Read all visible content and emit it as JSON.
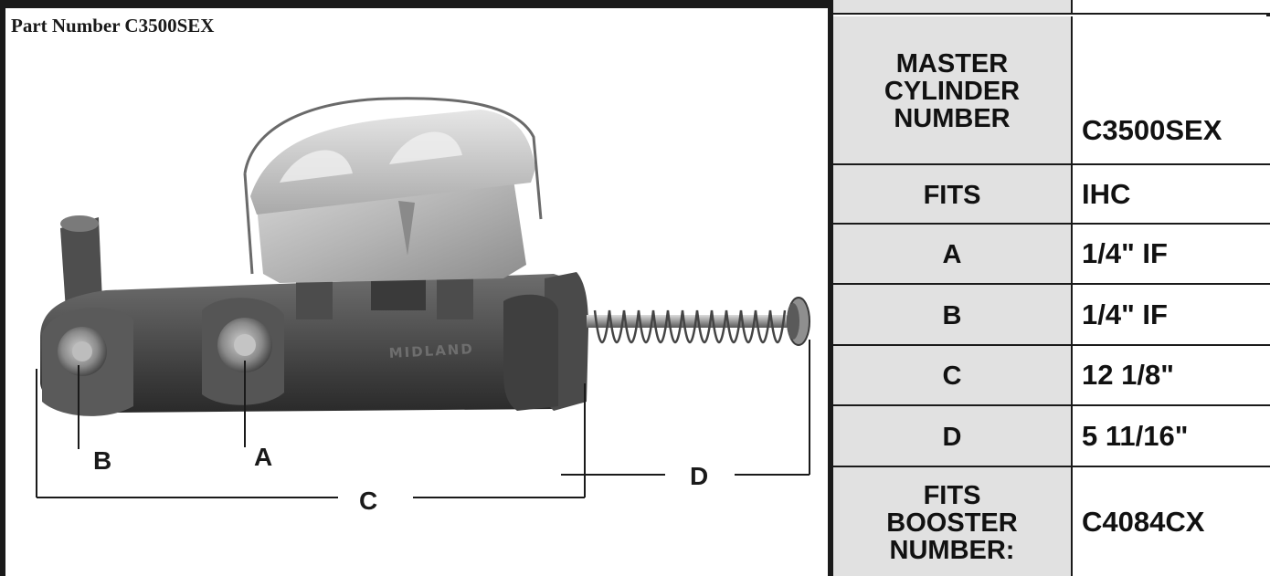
{
  "header": {
    "part_number_title": "Part Number C3500SEX"
  },
  "drawing": {
    "image_subject": "master-cylinder-photo",
    "casting_text": "MIDLAND",
    "dimension_labels": {
      "a": "A",
      "b": "B",
      "c": "C",
      "d": "D"
    }
  },
  "spec_table": {
    "rows": [
      {
        "label": "MASTER\nCYLINDER\nNUMBER",
        "value": "C3500SEX"
      },
      {
        "label": "FITS",
        "value": "IHC"
      },
      {
        "label": "A",
        "value": "1/4\" IF"
      },
      {
        "label": "B",
        "value": "1/4\" IF"
      },
      {
        "label": "C",
        "value": "12 1/8\""
      },
      {
        "label": "D",
        "value": "5 11/16\""
      },
      {
        "label": "FITS\nBOOSTER\nNUMBER:",
        "value": "C4084CX"
      }
    ]
  },
  "colors": {
    "label_cell_bg": "#e1e1e1",
    "border": "#1a1a1a",
    "casting_body": "#4a4a4a",
    "reservoir": "#b9b9b9"
  }
}
